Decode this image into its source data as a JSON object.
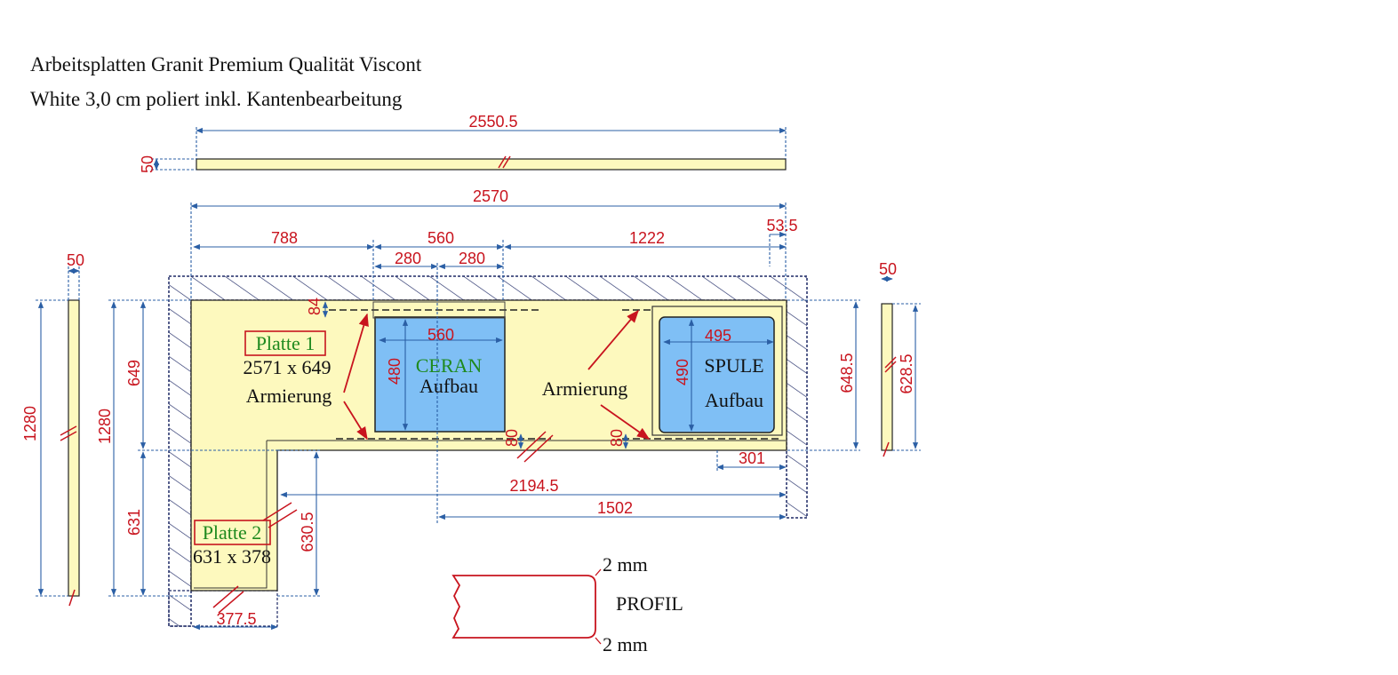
{
  "header": {
    "line1": "Arbeitsplatten Granit Premium Qualität Viscont",
    "line2": "White 3,0 cm poliert inkl. Kantenbearbeitung"
  },
  "dimensions": {
    "top_strip_length": "2550.5",
    "top_strip_height": "50",
    "overall_length": "2570",
    "right_offset": "53.5",
    "seg_left": "788",
    "seg_ceran": "560",
    "seg_right": "1222",
    "ceran_half_left": "280",
    "ceran_half_right": "280",
    "ceran_offset": "84",
    "ceran_width": "560",
    "ceran_depth": "480",
    "sink_width": "495",
    "sink_depth": "490",
    "side_left_width": "50",
    "side_left_length": "1280",
    "total_depth": "1280",
    "upper_depth": "649",
    "lower_depth": "631",
    "lower_inner": "630.5",
    "run_2194": "2194.5",
    "run_1502": "1502",
    "run_301": "301",
    "gap_left": "80",
    "gap_right": "80",
    "right_depth": "648.5",
    "side_right_width": "50",
    "side_right_length": "628.5",
    "bottom_width": "377.5"
  },
  "labels": {
    "platte1_name": "Platte 1",
    "platte1_size": "2571 x 649",
    "platte2_name": "Platte 2",
    "platte2_size": "631 x 378",
    "armierung_left": "Armierung",
    "armierung_right": "Armierung",
    "ceran_name": "CERAN",
    "ceran_sub": "Aufbau",
    "spule_name": "SPULE",
    "spule_sub": "Aufbau"
  },
  "profile": {
    "top": "2 mm",
    "name": "PROFIL",
    "bottom": "2 mm"
  },
  "colors": {
    "slab": "#fdf9be",
    "cutout": "#7fbff5",
    "dimension": "#c8141e",
    "dimline": "#2b5fa5",
    "hatch": "#1f2a66",
    "label_green": "#1f8a1f"
  }
}
